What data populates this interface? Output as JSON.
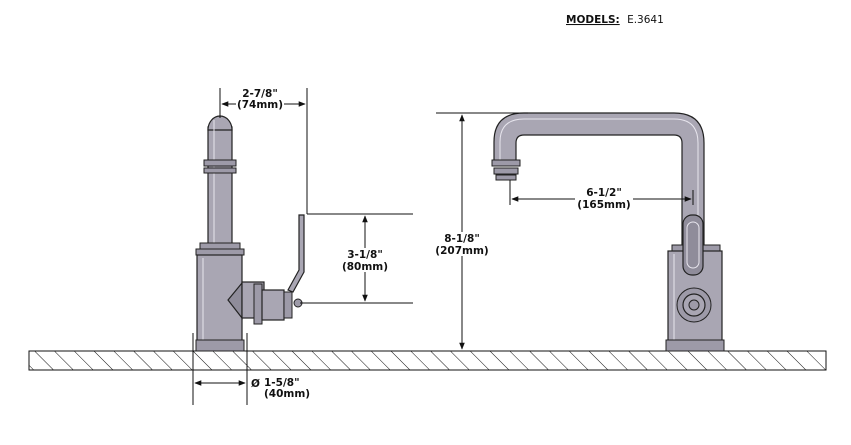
{
  "header": {
    "models_label": "MODELS:",
    "models_value": "E.3641"
  },
  "dimensions": {
    "spout_offset": {
      "imperial": "2-7/8\"",
      "metric": "(74mm)"
    },
    "handle_height": {
      "imperial": "3-1/8\"",
      "metric": "(80mm)"
    },
    "overall_height": {
      "imperial": "8-1/8\"",
      "metric": "(207mm)"
    },
    "spout_reach": {
      "imperial": "6-1/2\"",
      "metric": "(165mm)"
    },
    "base_diameter": {
      "symbol": "Ø",
      "imperial": "1-5/8\"",
      "metric": "(40mm)"
    }
  },
  "colors": {
    "metal": "#a9a6b3",
    "metal_dark": "#8f8c9a",
    "line": "#111111"
  }
}
